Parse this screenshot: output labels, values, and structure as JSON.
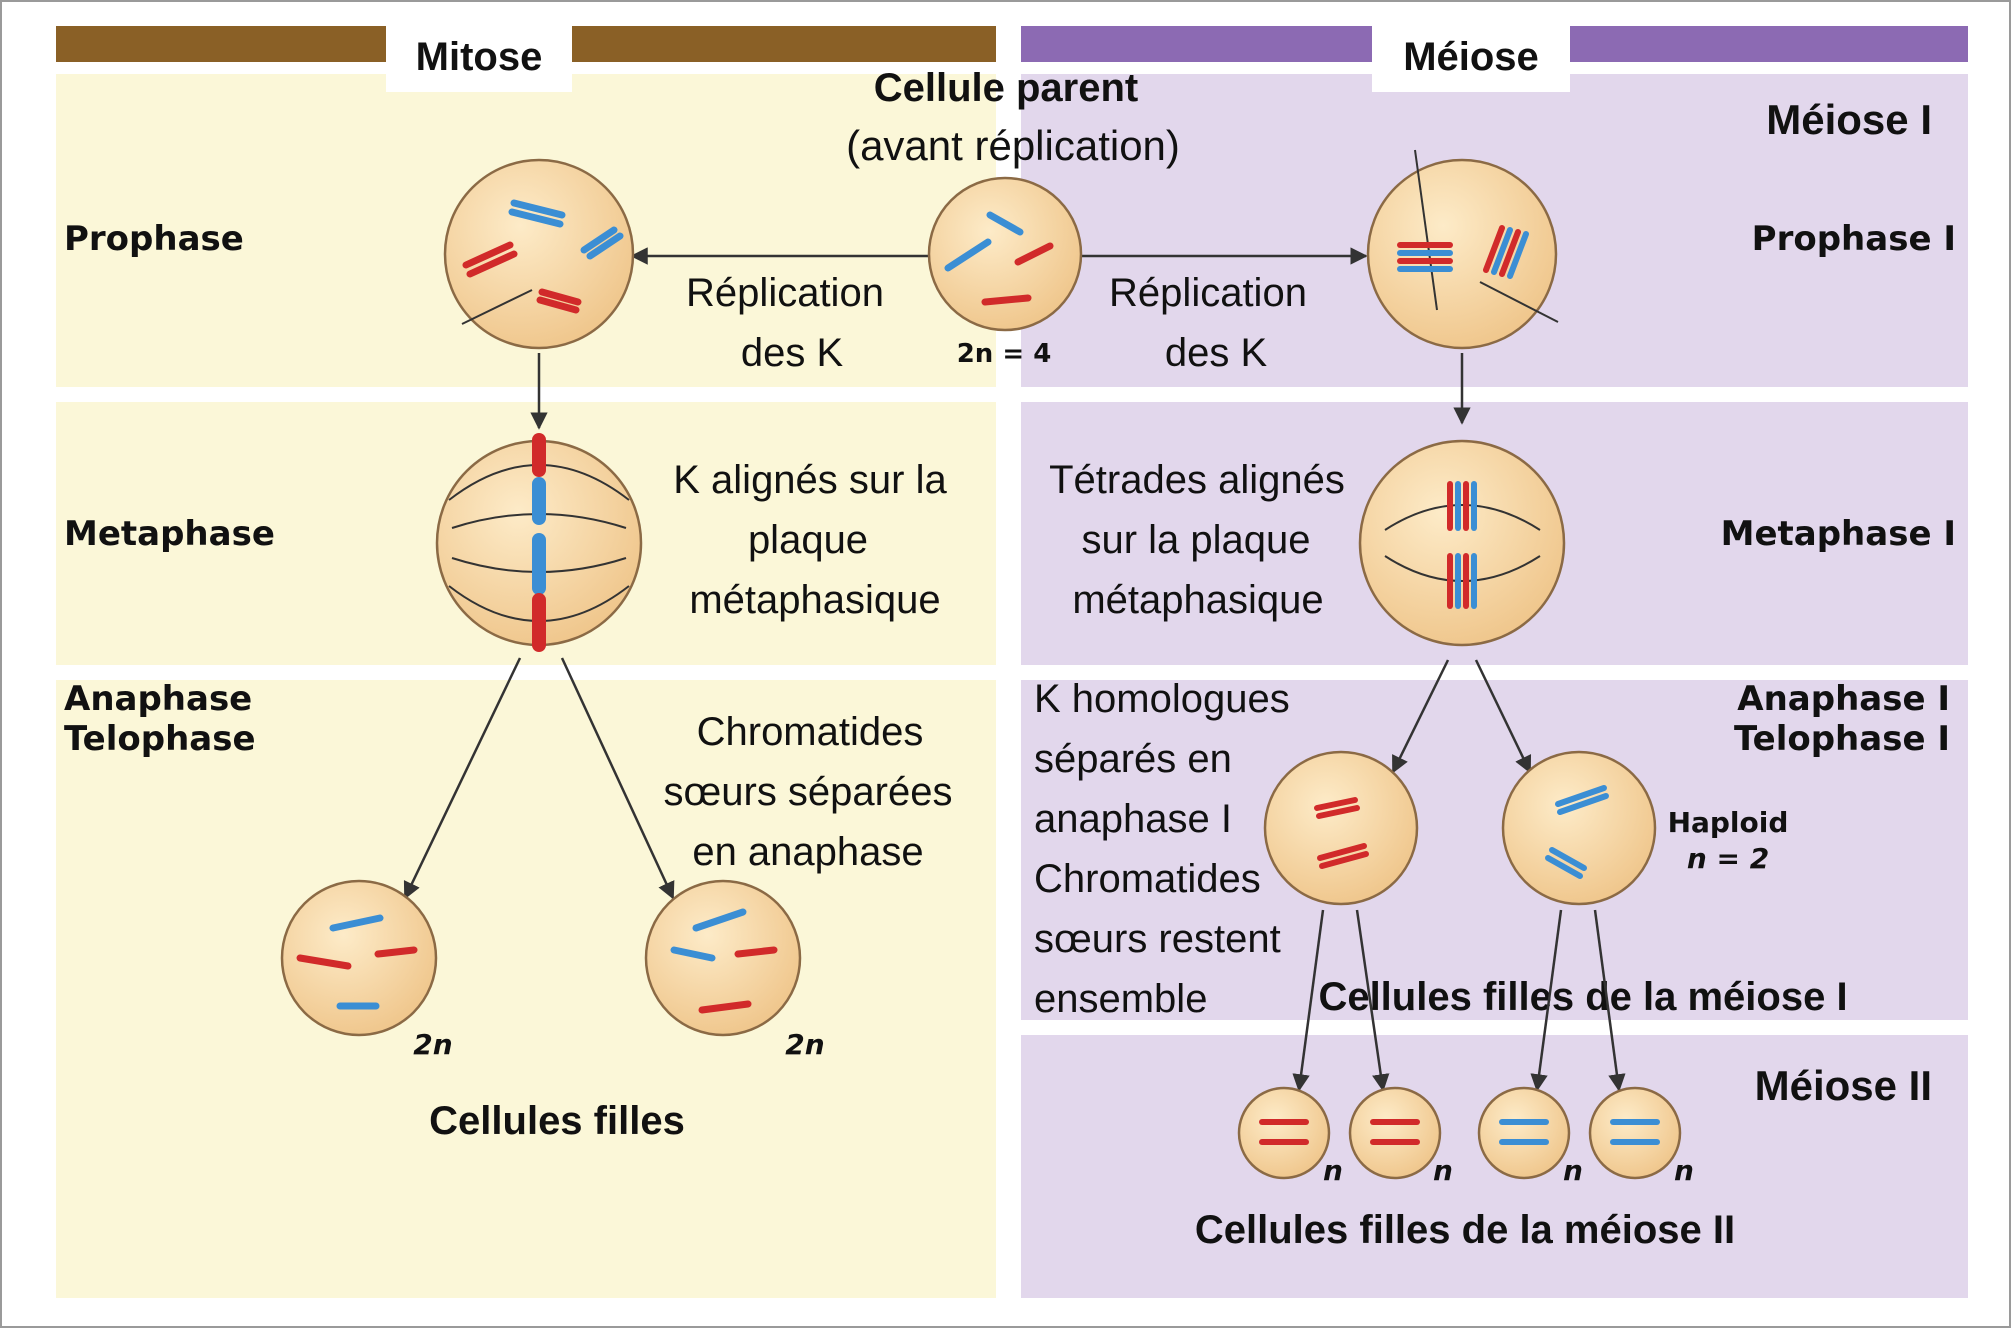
{
  "colors": {
    "mitosis_bg": "#fbf7d8",
    "meiosis_bg": "#e2d7ec",
    "mitosis_bar": "#8a6026",
    "meiosis_bar": "#8c6ab3",
    "cell_fill": "#f7d7a4",
    "cell_stroke": "#8b6a45",
    "chromosome_red": "#d12a2a",
    "chromosome_blue": "#3b8ed4"
  },
  "headers": {
    "mitose": "Mitose",
    "meiose": "Méiose"
  },
  "parent": {
    "title": "Cellule parent",
    "subtitle": "(avant réplication)",
    "ploidy": "2n = 4"
  },
  "replication": {
    "left": [
      "Réplication",
      "des K"
    ],
    "right": [
      "Réplication",
      "des K"
    ]
  },
  "mitosis": {
    "phases": {
      "prophase": "Prophase",
      "metaphase": "Metaphase",
      "anaphase": "Anaphase",
      "telophase": "Telophase"
    },
    "metaphase_note": [
      "K alignés sur la",
      "plaque",
      "métaphasique"
    ],
    "anaphase_note": [
      "Chromatides",
      "sœurs séparées",
      "en anaphase"
    ],
    "daughter_ploidy": [
      "2n",
      "2n"
    ],
    "daughters_label": "Cellules filles"
  },
  "meiosis": {
    "stage1": "Méiose I",
    "stage2": "Méiose II",
    "phases": {
      "prophase": "Prophase I",
      "metaphase": "Metaphase I",
      "anaphase": "Anaphase I",
      "telophase": "Telophase I"
    },
    "metaphase_note": [
      "Tétrades alignés",
      "sur la plaque",
      "métaphasique"
    ],
    "anaphase_note": [
      "K homologues",
      "séparés en",
      "anaphase I",
      "Chromatides",
      "sœurs restent",
      "ensemble"
    ],
    "haploid_label": [
      "Haploid",
      "n = 2"
    ],
    "daughters1_label": "Cellules filles de la méiose I",
    "daughters2_ploidy": [
      "n",
      "n",
      "n",
      "n"
    ],
    "daughters2_label": "Cellules filles de la méiose II"
  }
}
